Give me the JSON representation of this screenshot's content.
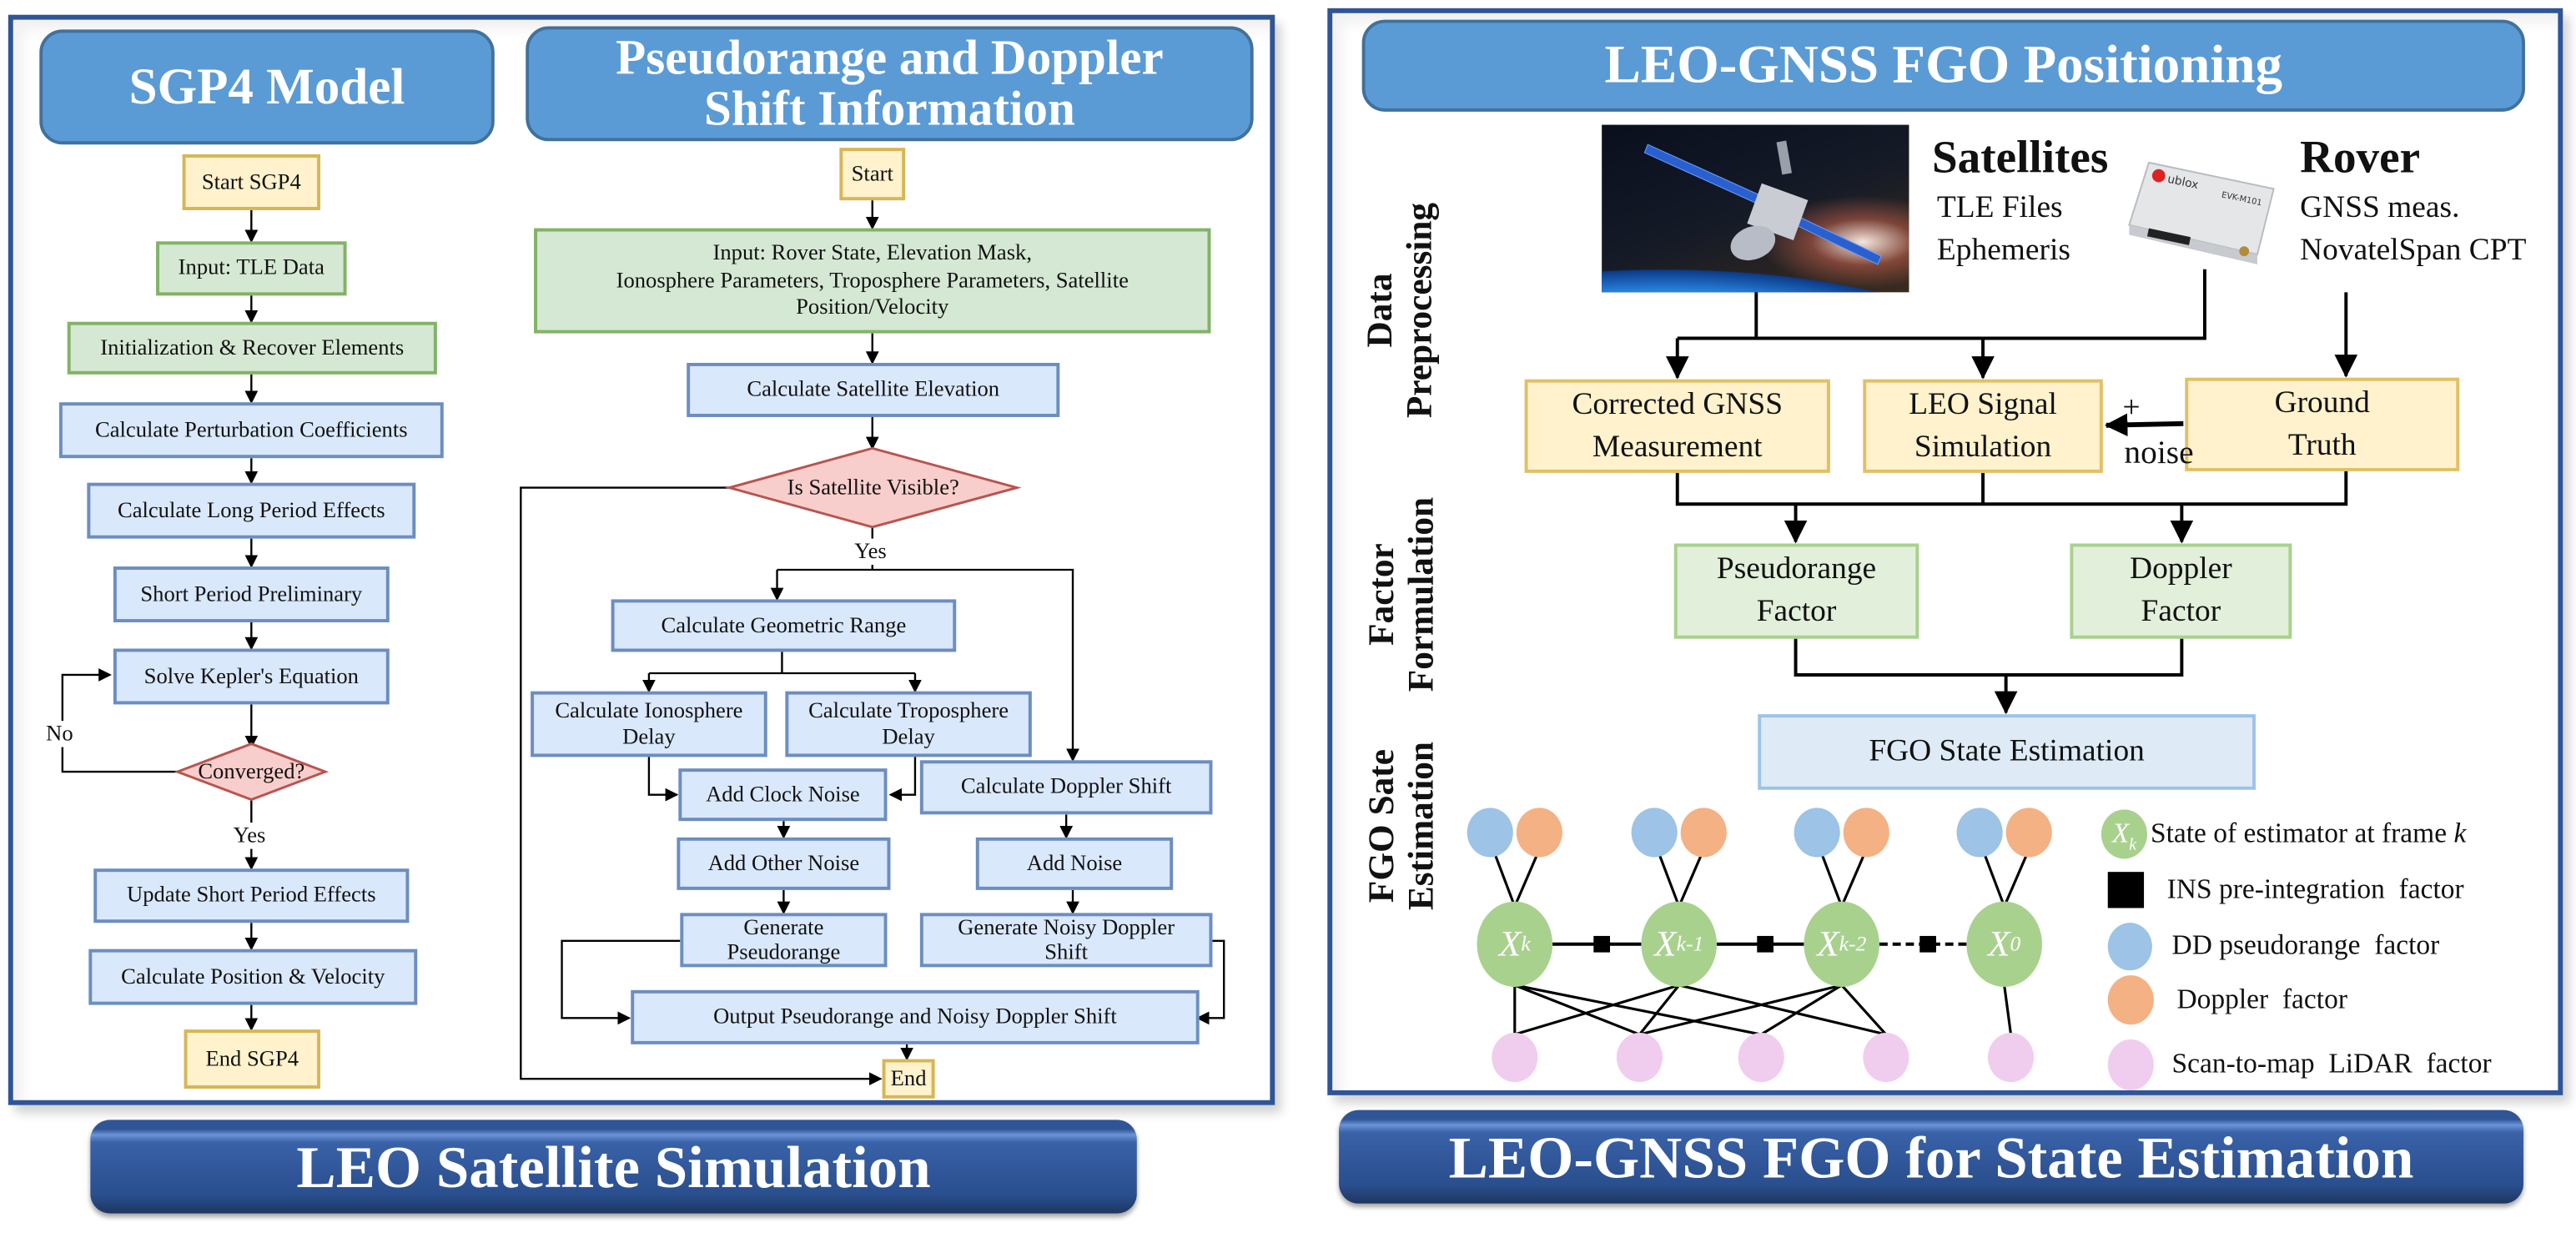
{
  "left_section": {
    "banner": "LEO Satellite Simulation",
    "sgp4": {
      "header": "SGP4 Model",
      "steps": [
        "Start SGP4",
        "Input: TLE Data",
        "Initialization & Recover Elements",
        "Calculate Perturbation Coefficients",
        "Calculate Long Period Effects",
        "Short Period Preliminary",
        "Solve Kepler's Equation",
        "Converged?",
        "Update Short Period Effects",
        "Calculate Position & Velocity",
        "End SGP4"
      ],
      "no_label": "No",
      "yes_label": "Yes"
    },
    "pseudorange": {
      "header_line1": "Pseudorange and Doppler",
      "header_line2": "Shift Information",
      "start": "Start",
      "input_line1": "Input: Rover State, Elevation Mask,",
      "input_line2": "Ionosphere Parameters, Troposphere Parameters, Satellite",
      "input_line3": "Position/Velocity",
      "elevation": "Calculate Satellite Elevation",
      "visible": "Is Satellite Visible?",
      "yes_label": "Yes",
      "geometric": "Calculate Geometric Range",
      "iono_line1": "Calculate Ionosphere",
      "iono_line2": "Delay",
      "tropo_line1": "Calculate Troposphere",
      "tropo_line2": "Delay",
      "clock": "Add Clock Noise",
      "doppler": "Calculate Doppler Shift",
      "other_noise": "Add Other Noise",
      "add_noise": "Add Noise",
      "gen_pr_line1": "Generate",
      "gen_pr_line2": "Pseudorange",
      "gen_dop_line1": "Generate Noisy Doppler",
      "gen_dop_line2": "Shift",
      "output": "Output Pseudorange and Noisy Doppler Shift",
      "end": "End"
    }
  },
  "right_section": {
    "header": "LEO-GNSS FGO Positioning",
    "banner": "LEO-GNSS FGO for State Estimation",
    "stage_labels": {
      "data_line1": "Data",
      "data_line2": "Preprocessing",
      "factor_line1": "Factor",
      "factor_line2": "Formulation",
      "fgo_line1": "FGO Sate",
      "fgo_line2": "Estimation"
    },
    "satellites": {
      "title": "Satellites",
      "line1": "TLE Files",
      "line2": "Ephemeris",
      "image": "satellite-over-earth-photo"
    },
    "rover": {
      "title": "Rover",
      "line1": "GNSS meas.",
      "line2": "NovatelSpan CPT",
      "image": "ublox-receiver-photo",
      "device_brand": "ublox",
      "device_model": "EVK-M101"
    },
    "boxes": {
      "corrected_line1": "Corrected GNSS",
      "corrected_line2": "Measurement",
      "leo_line1": "LEO Signal",
      "leo_line2": "Simulation",
      "ground_line1": "Ground",
      "ground_line2": "Truth",
      "plus": "+",
      "noise": "noise",
      "pr_factor_line1": "Pseudorange",
      "pr_factor_line2": "Factor",
      "dop_factor_line1": "Doppler",
      "dop_factor_line2": "Factor",
      "fgo_state": "FGO State Estimation"
    },
    "factor_graph": {
      "states": [
        {
          "base": "X",
          "sub": "k"
        },
        {
          "base": "X",
          "sub": "k-1"
        },
        {
          "base": "X",
          "sub": "k-2"
        },
        {
          "base": "X",
          "sub": "0"
        }
      ],
      "colors": {
        "state": "#a9d18e",
        "pseudorange": "#9dc3e6",
        "doppler": "#f4b183",
        "lidar": "#f0cdee",
        "ins": "#000000"
      }
    },
    "legend": [
      {
        "symbol": "state",
        "base": "X",
        "sub": "k",
        "text": "State of estimator at frame ",
        "italic_suffix": "k"
      },
      {
        "symbol": "ins",
        "text": "INS pre-integration  factor"
      },
      {
        "symbol": "pseudorange",
        "text": "DD pseudorange  factor"
      },
      {
        "symbol": "doppler",
        "text": "Doppler  factor"
      },
      {
        "symbol": "lidar",
        "text": "Scan-to-map  LiDAR  factor"
      }
    ]
  },
  "colors": {
    "panel_border": "#2f5597",
    "header_fill": "#5b9bd5",
    "banner_fill": "#2f5597",
    "process_fill": "#dae8fc",
    "input_fill": "#d5e8d4",
    "terminal_fill": "#fff2cc",
    "decision_fill": "#f8cecc"
  }
}
